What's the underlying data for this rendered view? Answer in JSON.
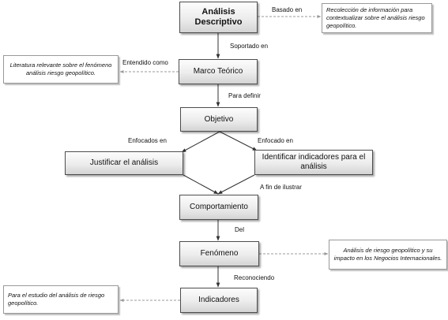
{
  "nodes": {
    "analisis_descriptivo": "Análisis Descriptivo",
    "marco_teorico": "Marco Teórico",
    "objetivo": "Objetivo",
    "justificar": "Justificar el análisis",
    "identificar": "Identificar indicadores para el análisis",
    "comportamiento": "Comportamiento",
    "fenomeno": "Fenómeno",
    "indicadores": "Indicadores"
  },
  "notes": {
    "recoleccion": "Recolección de información para contextualizar sobre el análisis riesgo geopolítico.",
    "literatura": "Literatura relevante sobre el fenómeno análisis riesgo geopolítico.",
    "analisis_riesgo": "Análisis de riesgo geopolítico y su impacto en los Negocios Internacionales.",
    "estudio": "Para el estudio del análisis de riesgo geopolítico."
  },
  "labels": {
    "basado_en": "Basado en",
    "soportado_en": "Soportado en",
    "entendido_como": "Entendido como",
    "para_definir": "Para definir",
    "enfocados_en": "Enfocados en",
    "enfocado_en": "Enfocado en",
    "a_fin_de_ilustrar": "A fin de ilustrar",
    "del": "Del",
    "reconociendo": "Reconociendo"
  }
}
